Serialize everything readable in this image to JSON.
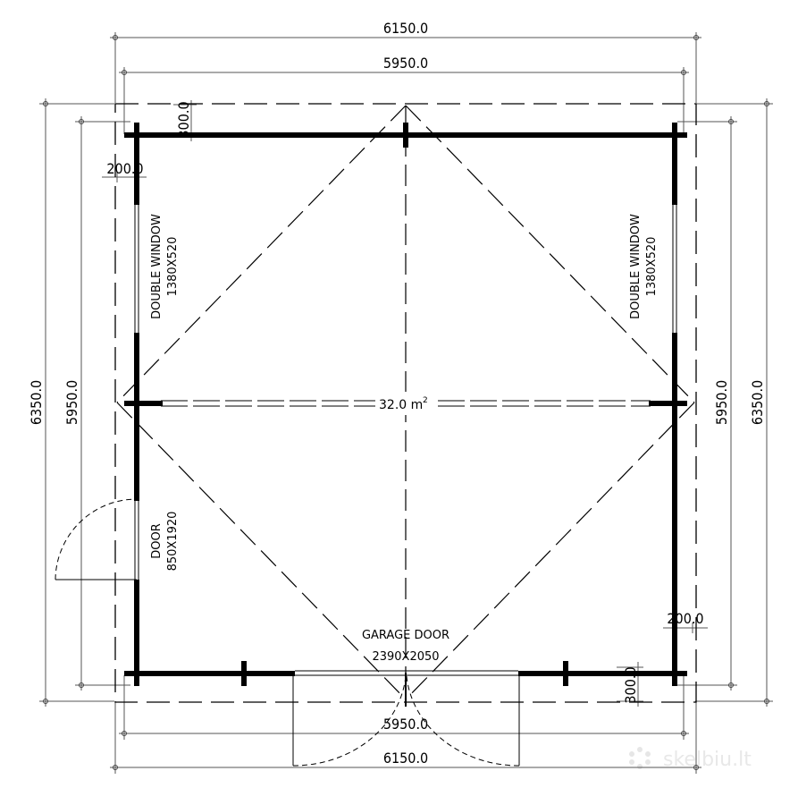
{
  "dimensions": {
    "top_outer": "6150.0",
    "top_inner": "5950.0",
    "bottom_inner": "5950.0",
    "bottom_outer": "6150.0",
    "left_outer": "6350.0",
    "left_inner": "5950.0",
    "right_inner": "5950.0",
    "right_outer": "6350.0",
    "overhang_top": "300.0",
    "overhang_bottom": "300.0",
    "offset_top_left": "200.0",
    "offset_bottom_right": "200.0"
  },
  "openings": {
    "left_window_line1": "DOUBLE WINDOW",
    "left_window_line2": "1380X520",
    "right_window_line1": "DOUBLE WINDOW",
    "right_window_line2": "1380X520",
    "door_line1": "DOOR",
    "door_line2": "850X1920",
    "garage_line1": "GARAGE DOOR",
    "garage_line2": "2390X2050"
  },
  "area": {
    "value": "32.0 m",
    "unit_exponent": "2"
  },
  "watermark": "skelbiu.lt"
}
